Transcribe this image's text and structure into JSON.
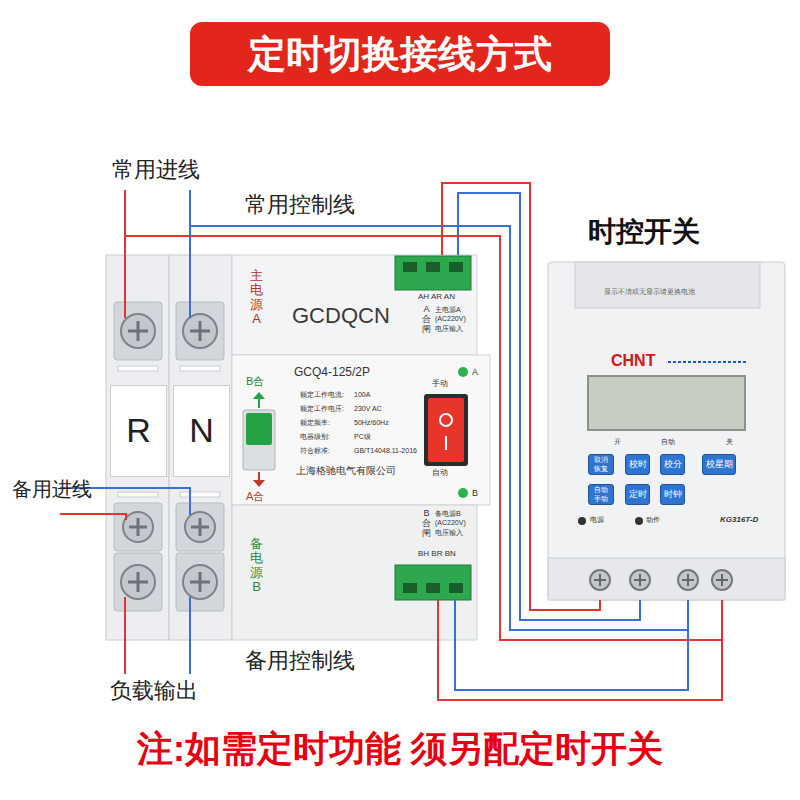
{
  "diagram": {
    "title": "定时切换接线方式",
    "nodes": [
      {
        "text": [
          "主电源A",
          "GCDQCN",
          "AH AR AN",
          "A合闸",
          "主电源A (AC220V) 电压输入"
        ]
      },
      {
        "text": [
          "B合",
          "A合",
          "GCQ4-125/2P",
          "额定工作电流:",
          "100A",
          "额定工作电压:",
          "230V AC",
          "额定频率:",
          "50Hz/60Hz",
          "电器级别:",
          "PC级",
          "符合标准:",
          "GB/T14048.11-2016",
          "上海格驰电气有限公司",
          "手动",
          "自动",
          "A",
          "B"
        ]
      },
      {
        "text": [
          "备电源B",
          "B合闸",
          "备电源B (AC220V) 电压输入",
          "BH BR BN"
        ]
      },
      {
        "text": [
          "R"
        ]
      },
      {
        "text": [
          "N"
        ]
      },
      {
        "text": [
          "时控开关",
          "显示不清或无显示请更换电池",
          "CHNT",
          "开",
          "自动",
          "关",
          "电源",
          "动作",
          "KG316T-D"
        ]
      },
      {
        "text": [
          "取消 恢复"
        ],
        "in": 5
      },
      {
        "text": [
          "校时"
        ],
        "in": 5
      },
      {
        "text": [
          "校分"
        ],
        "in": 5
      },
      {
        "text": [
          "校星期"
        ],
        "in": 5
      },
      {
        "text": [
          "自动 手动"
        ],
        "in": 5
      },
      {
        "text": [
          "定时"
        ],
        "in": 5
      },
      {
        "text": [
          "时钟"
        ],
        "in": 5
      }
    ],
    "edges": [
      {
        "from": 0,
        "to": 5,
        "arrow": "none"
      },
      {
        "from": 2,
        "to": 5,
        "arrow": "none"
      }
    ],
    "labels": [
      "常用进线",
      "常用控制线",
      "备用进线",
      "备用控制线",
      "负载输出",
      "注:如需定时功能 须另配定时开关"
    ]
  }
}
